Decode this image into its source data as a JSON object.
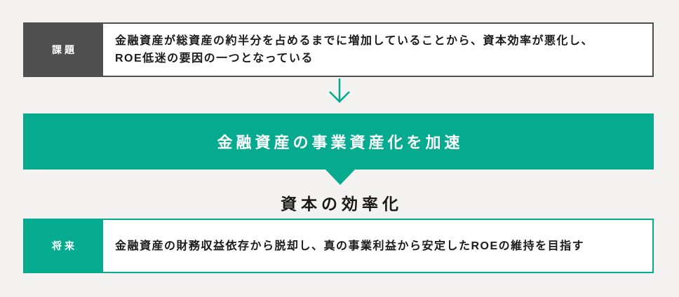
{
  "colors": {
    "bg": "#F4F3F2",
    "green": "#06AB8F",
    "dark": "#4F4F4F",
    "ink": "#1A1A1A",
    "white": "#FFFFFF"
  },
  "issue_row": {
    "label": "課題",
    "text_line1": "金融資産が総資産の約半分を占めるまでに増加していることから、資本効率が悪化し、",
    "text_line2": "ROE低迷の要因の一つとなっている"
  },
  "banner": {
    "title": "金融資産の事業資産化を加速"
  },
  "heading": {
    "text": "資本の効率化"
  },
  "future_row": {
    "label": "将来",
    "text": "金融資産の財務収益依存から脱却し、真の事業利益から安定したROEの維持を目指す"
  }
}
